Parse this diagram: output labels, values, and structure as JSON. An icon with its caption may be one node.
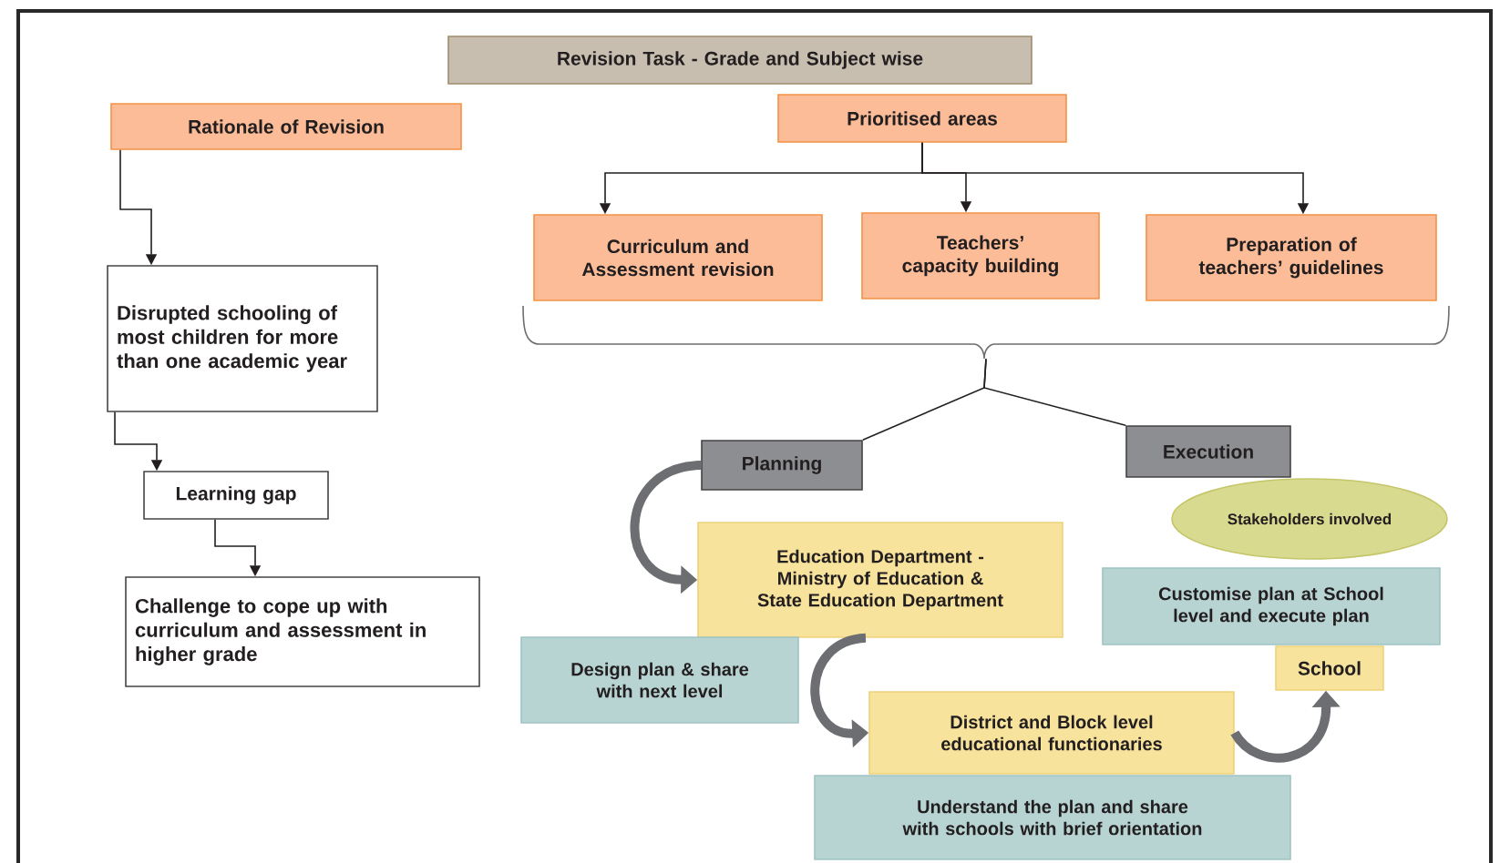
{
  "diagram": {
    "nodes": [
      {
        "text": [
          "Revision Task - Grade and Subject wise"
        ]
      },
      {
        "text": [
          "Rationale of Revision"
        ]
      },
      {
        "text": [
          "Prioritised areas"
        ]
      },
      {
        "text": [
          "Curriculum and Assessment revision"
        ]
      },
      {
        "text": [
          "Teachers’ capacity building"
        ]
      },
      {
        "text": [
          "Preparation of teachers’ guidelines"
        ]
      },
      {
        "text": [
          "Disrupted schooling of most children for more than one academic year"
        ]
      },
      {
        "text": [
          "Learning gap"
        ]
      },
      {
        "text": [
          "Challenge to cope up with curriculum and assessment in higher grade"
        ]
      },
      {
        "text": [
          "Planning"
        ]
      },
      {
        "text": [
          "Execution"
        ]
      },
      {
        "text": [
          "Stakeholders involved"
        ]
      },
      {
        "text": [
          "Education Department - Ministry of Education & State Education Department"
        ]
      },
      {
        "text": [
          "Design plan & share with next level"
        ]
      },
      {
        "text": [
          "Customise plan at School level and execute plan"
        ]
      },
      {
        "text": [
          "School"
        ]
      },
      {
        "text": [
          "District and Block level educational functionaries"
        ]
      },
      {
        "text": [
          "Understand the plan and share with schools with brief orientation"
        ]
      },
      {
        "text": [],
        "shape": "brace"
      }
    ],
    "edges": [
      {
        "from": 1,
        "to": 6,
        "arrow": "to"
      },
      {
        "from": 6,
        "to": 7,
        "arrow": "to"
      },
      {
        "from": 7,
        "to": 8,
        "arrow": "to"
      },
      {
        "from": 2,
        "to": 3,
        "arrow": "to"
      },
      {
        "from": 2,
        "to": 4,
        "arrow": "to"
      },
      {
        "from": 2,
        "to": 5,
        "arrow": "to"
      },
      {
        "from": 18,
        "to": 9,
        "arrow": "none"
      },
      {
        "from": 18,
        "to": 10,
        "arrow": "none"
      },
      {
        "from": 9,
        "to": 12,
        "arrow": "to",
        "style": "thick",
        "color": "#6d6e71"
      },
      {
        "from": 12,
        "to": 16,
        "arrow": "to",
        "style": "thick",
        "color": "#6d6e71"
      },
      {
        "from": 16,
        "to": 15,
        "arrow": "to",
        "style": "thick",
        "color": "#6d6e71"
      }
    ]
  }
}
